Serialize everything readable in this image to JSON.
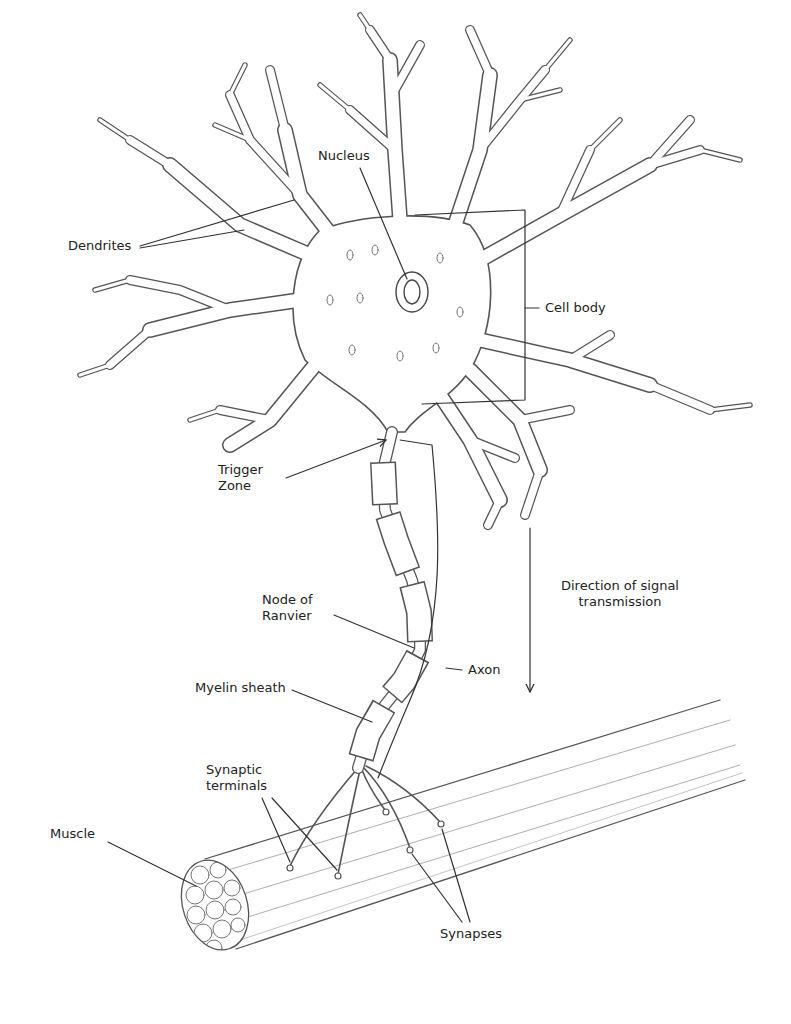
{
  "diagram": {
    "labels": [
      "Nucleus",
      "Dendrites",
      "Cell body",
      "Trigger Zone",
      "Node of Ranvier",
      "Direction of signal transmission",
      "Myelin sheath",
      "Axon",
      "Synaptic terminals",
      "Muscle",
      "Synapses"
    ]
  }
}
